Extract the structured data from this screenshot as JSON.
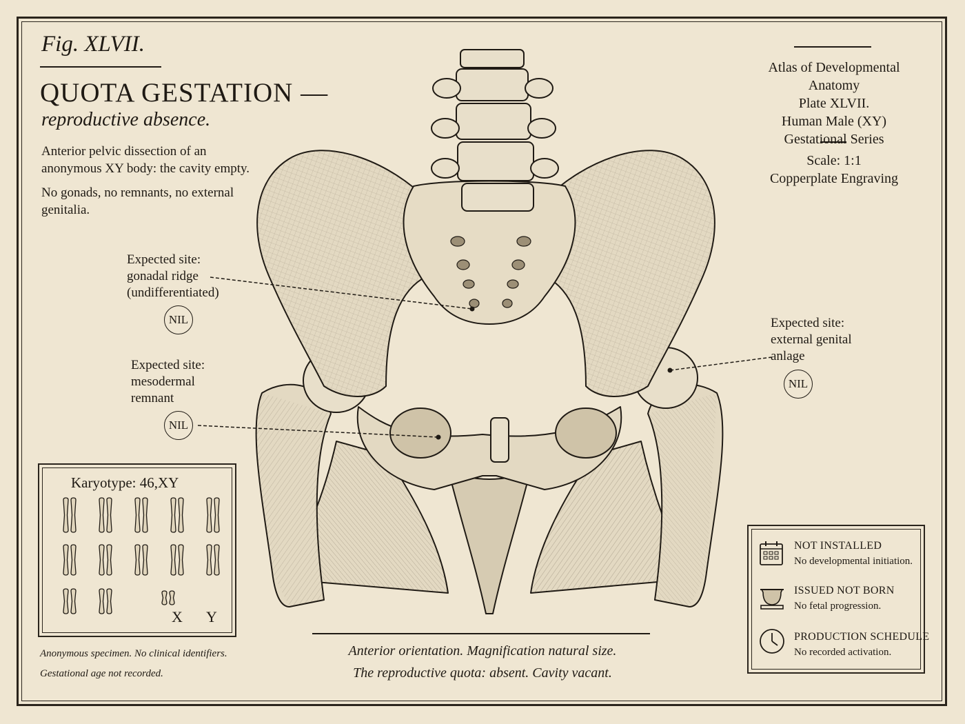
{
  "figure": {
    "number": "Fig. XLVII.",
    "title": "QUOTA GESTATION —",
    "subtitle": "reproductive absence."
  },
  "description": {
    "para1": "Anterior pelvic dissection of an anonymous XY body: the cavity empty.",
    "para2": "No gonads, no remnants, no external genitalia."
  },
  "plate_info": {
    "atlas": "Atlas of Developmental Anatomy",
    "plate": "Plate XLVII.",
    "subject": "Human Male (XY)",
    "series": "Gestational Series",
    "scale": "Scale: 1:1",
    "method": "Copperplate Engraving"
  },
  "annotations": [
    {
      "label": "Expected site:\ngonadal ridge\n(undifferentiated)",
      "value": "NIL"
    },
    {
      "label": "Expected site:\nmesodermal\nremnant",
      "value": "NIL"
    },
    {
      "label": "Expected site:\nexternal genital\nanlage",
      "value": "NIL"
    }
  ],
  "karyotype": {
    "title": "Karyotype: 46,XY",
    "x_label": "X",
    "y_label": "Y"
  },
  "legend": [
    {
      "icon": "calendar-icon",
      "heading": "NOT INSTALLED",
      "text": "No developmental initiation."
    },
    {
      "icon": "incubator-icon",
      "heading": "ISSUED NOT BORN",
      "text": "No fetal progression."
    },
    {
      "icon": "clock-icon",
      "heading": "PRODUCTION SCHEDULE",
      "text": "No recorded activation."
    }
  ],
  "caption": {
    "line1": "Anterior orientation. Magnification natural size.",
    "line2": "The reproductive quota: absent. Cavity vacant."
  },
  "footnote": {
    "line1": "Anonymous specimen. No clinical identifiers.",
    "line2": "Gestational age not recorded."
  },
  "colors": {
    "paper": "#efe6d2",
    "ink": "#1f1a14",
    "bone": "#e3d9c2"
  }
}
